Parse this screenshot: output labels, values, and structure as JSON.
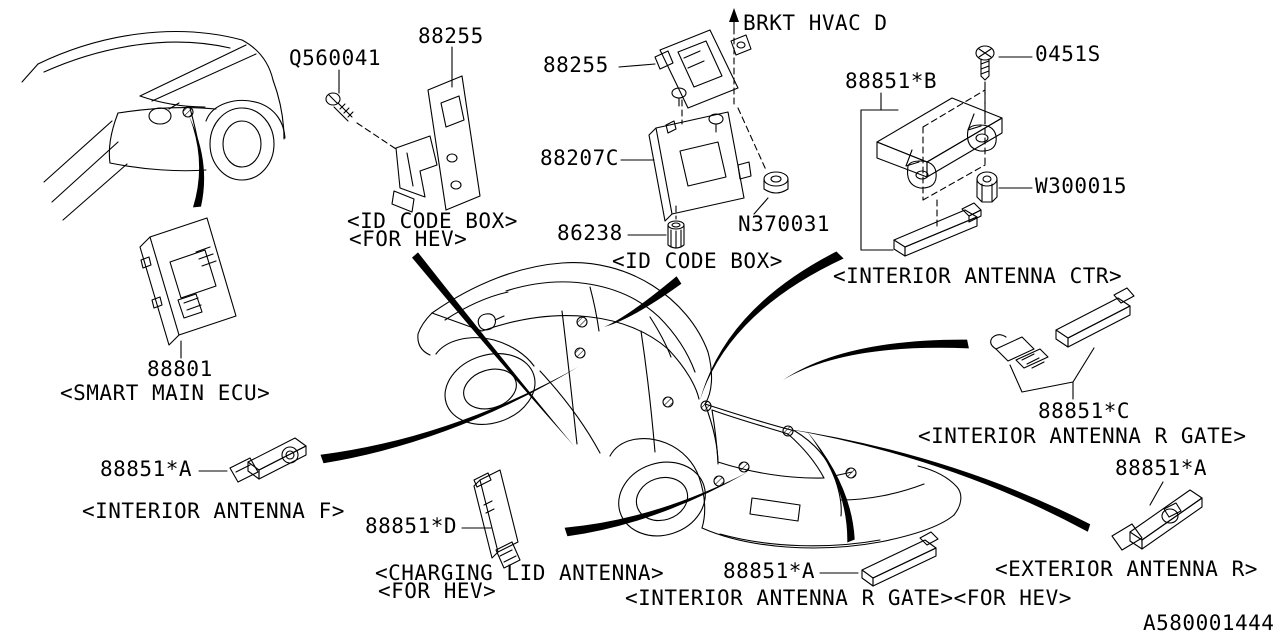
{
  "diagram": {
    "type": "vehicle-parts-diagram",
    "ref_number": "A580001444",
    "colors": {
      "ink": "#000000",
      "paper": "#ffffff"
    },
    "part_labels": {
      "q560041": "Q560041",
      "bracket_88255": "88255",
      "module_88255": "88255",
      "brkt_hvac_d": "BRKT HVAC D",
      "module_88207c": "88207C",
      "spacer_86238": "86238",
      "nut_n370031": "N370031",
      "antenna_88851b": "88851*B",
      "screw_0451s": "0451S",
      "spacer_w300015": "W300015",
      "ecu_88801": "88801",
      "antenna_88851a_front": "88851*A",
      "antenna_88851d": "88851*D",
      "antenna_88851a_rear_gate": "88851*A",
      "antenna_88851c": "88851*C",
      "antenna_88851a_exterior": "88851*A"
    },
    "captions": {
      "id_code_box_hev": "<ID CODE BOX>",
      "id_code_box_hev_note": "<FOR HEV>",
      "id_code_box": "<ID CODE BOX>",
      "interior_antenna_ctr": "<INTERIOR ANTENNA CTR>",
      "smart_main_ecu": "<SMART MAIN ECU>",
      "interior_antenna_f": "<INTERIOR ANTENNA F>",
      "charging_lid_antenna": "<CHARGING LID ANTENNA>",
      "charging_lid_antenna_note": "<FOR HEV>",
      "interior_antenna_r_gate_hev": "<INTERIOR ANTENNA R GATE><FOR HEV>",
      "interior_antenna_r_gate": "<INTERIOR ANTENNA R GATE>",
      "exterior_antenna_r": "<EXTERIOR ANTENNA R>"
    }
  }
}
